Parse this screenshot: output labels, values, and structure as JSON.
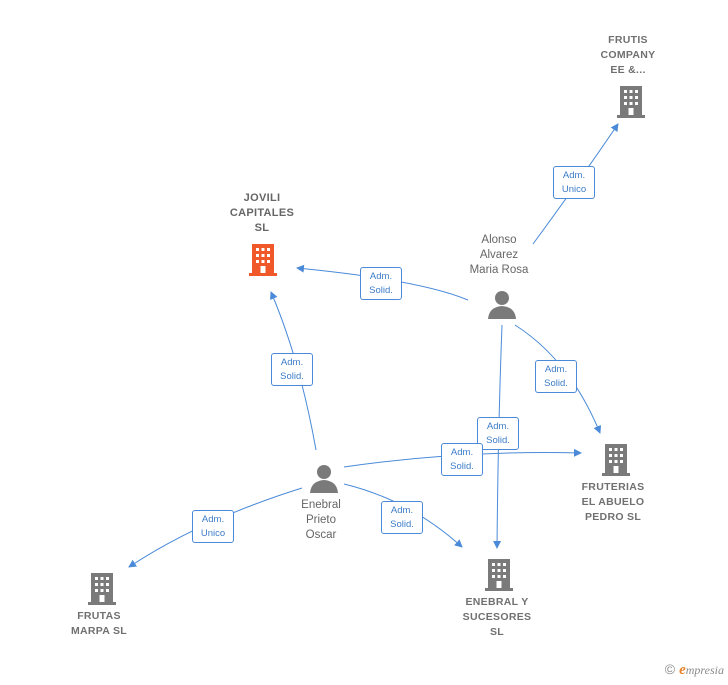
{
  "nodes": {
    "jovili": {
      "label": "JOVILI\nCAPITALES\nSL",
      "type": "company",
      "highlight": true
    },
    "frutis": {
      "label": "FRUTIS\nCOMPANY\nEE &...",
      "type": "company"
    },
    "fruterias": {
      "label": "FRUTERIAS\nEL ABUELO\nPEDRO  SL",
      "type": "company"
    },
    "enebral_sucesores": {
      "label": "ENEBRAL Y\nSUCESORES\nSL",
      "type": "company"
    },
    "frutas_marpa": {
      "label": "FRUTAS\nMARPA  SL",
      "type": "company"
    },
    "alonso": {
      "label": "Alonso\nAlvarez\nMaria Rosa",
      "type": "person"
    },
    "enebral_oscar": {
      "label": "Enebral\nPrieto\nOscar",
      "type": "person"
    }
  },
  "edges": [
    {
      "id": "alonso-jovili",
      "label": "Adm.\nSolid."
    },
    {
      "id": "alonso-frutis",
      "label": "Adm.\nUnico"
    },
    {
      "id": "alonso-fruterias",
      "label": "Adm.\nSolid."
    },
    {
      "id": "alonso-enebral-sucesores",
      "label": "Adm.\nSolid."
    },
    {
      "id": "oscar-jovili",
      "label": "Adm.\nSolid."
    },
    {
      "id": "oscar-fruterias",
      "label": "Adm.\nSolid."
    },
    {
      "id": "oscar-enebral-sucesores",
      "label": "Adm.\nSolid."
    },
    {
      "id": "oscar-frutas-marpa",
      "label": "Adm.\nUnico"
    }
  ],
  "footer": {
    "copyright": "©",
    "brand_initial": "e",
    "brand_rest": "mpresia"
  },
  "colors": {
    "edge": "#4a8ad8",
    "building": "#7a7a7a",
    "building_highlight": "#f0582a",
    "person": "#7a7a7a"
  }
}
